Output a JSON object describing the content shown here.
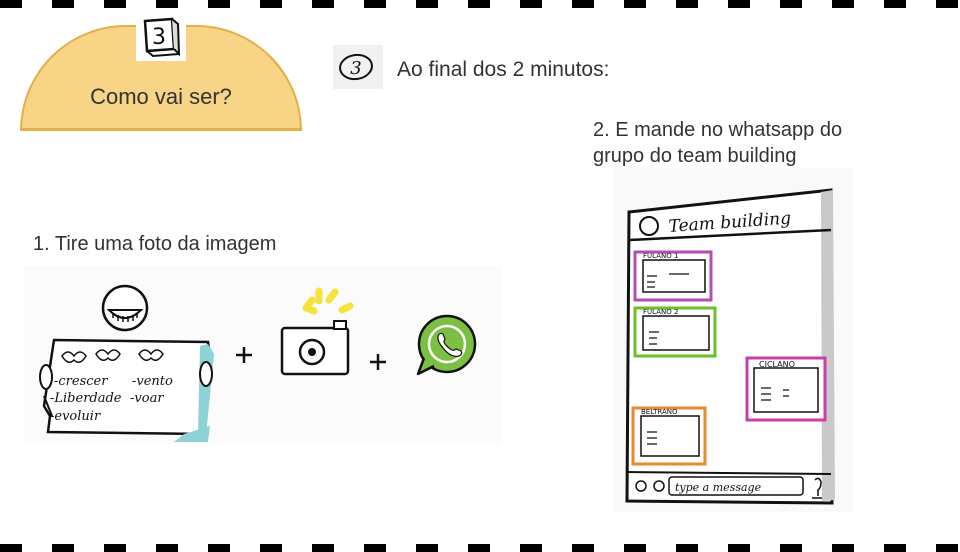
{
  "header": {
    "badge_number": "3",
    "title": "Como vai ser?"
  },
  "step": {
    "number": "3",
    "title": "Ao final dos 2 minutos:"
  },
  "instructions": {
    "step1": "1. Tire uma foto da imagem",
    "step2_line1": "2. E mande no whatsapp do",
    "step2_line2": "grupo do team building"
  },
  "sketch_sign": {
    "words": [
      "-crescer",
      "-vento",
      "-Liberdade",
      "-voar",
      "-evoluir"
    ]
  },
  "sketch_phone": {
    "chat_title": "Team building",
    "senders": [
      "FULANO 1",
      "FULANO 2",
      "CICLANO",
      "BELTRANO"
    ],
    "input_placeholder": "type a message"
  },
  "colors": {
    "semicircle_fill": "#f7d486",
    "semicircle_border": "#e2b04a",
    "whatsapp_green": "#7bc043",
    "highlight_yellow": "#f5e23a",
    "sign_teal": "#8ed1d6"
  }
}
